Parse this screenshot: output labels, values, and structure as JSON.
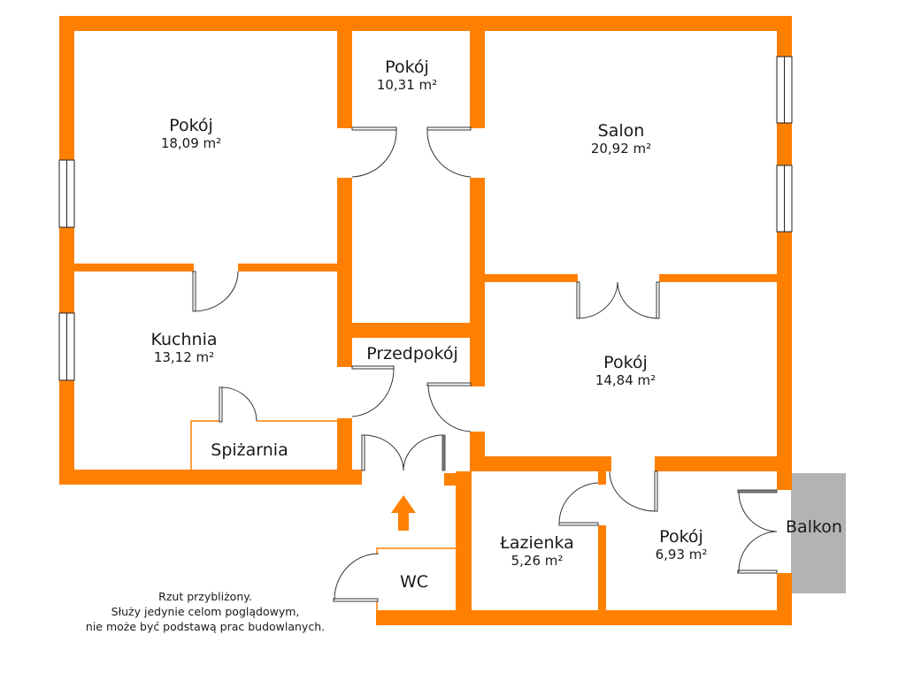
{
  "plan": {
    "colors": {
      "wall": "#ff8000",
      "balcony": "#b3b3b3",
      "background": "#ffffff",
      "text": "#1a1a1a"
    },
    "unit_suffix": "m²",
    "rooms": [
      {
        "id": "room-1",
        "name": "Pokój",
        "area": "18,09 m²"
      },
      {
        "id": "room-2",
        "name": "Pokój",
        "area": "10,31 m²"
      },
      {
        "id": "salon",
        "name": "Salon",
        "area": "20,92 m²"
      },
      {
        "id": "kitchen",
        "name": "Kuchnia",
        "area": "13,12 m²"
      },
      {
        "id": "hallway",
        "name": "Przedpokój",
        "area": ""
      },
      {
        "id": "room-3",
        "name": "Pokój",
        "area": "14,84 m²"
      },
      {
        "id": "pantry",
        "name": "Spiżarnia",
        "area": ""
      },
      {
        "id": "bathroom",
        "name": "Łazienka",
        "area": "5,26 m²"
      },
      {
        "id": "room-4",
        "name": "Pokój",
        "area": "6,93 m²"
      },
      {
        "id": "wc",
        "name": "WC",
        "area": ""
      },
      {
        "id": "balcony",
        "name": "Balkon",
        "area": ""
      }
    ],
    "entrance_arrow": "arrow-up",
    "disclaimer": [
      "Rzut przybliżony.",
      "Służy jedynie celom poglądowym,",
      "nie może być podstawą prac budowlanych."
    ]
  }
}
